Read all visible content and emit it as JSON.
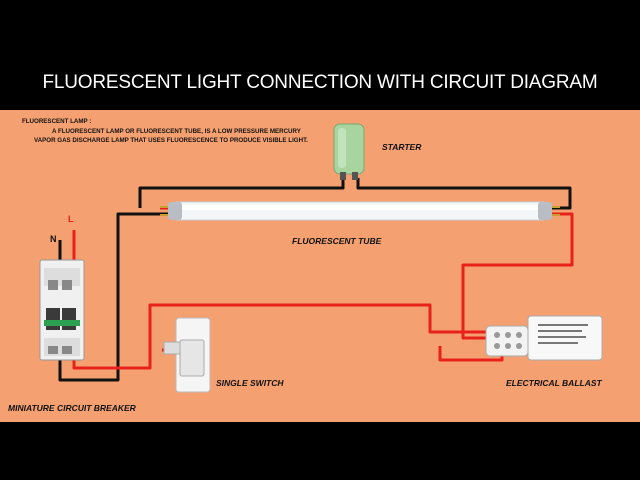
{
  "title": "FLUORESCENT LIGHT CONNECTION WITH CIRCUIT DIAGRAM",
  "description": {
    "heading": "FLUORESCENT LAMP :",
    "body": "A FLUORESCENT LAMP OR FLUORESCENT TUBE, IS A LOW PRESSURE MERCURY VAPOR GAS DISCHARGE LAMP THAT USES FLUORESCENCE TO PRODUCE VISIBLE LIGHT."
  },
  "labels": {
    "starter": "STARTER",
    "tube": "FLUORESCENT TUBE",
    "switch": "SINGLE SWITCH",
    "ballast": "ELECTRICAL BALLAST",
    "mcb": "MINIATURE CIRCUIT BREAKER",
    "neutral": "N",
    "line": "L"
  },
  "colors": {
    "background": "#f5a071",
    "line_wire": "#e8221a",
    "neutral_wire": "#111111"
  }
}
